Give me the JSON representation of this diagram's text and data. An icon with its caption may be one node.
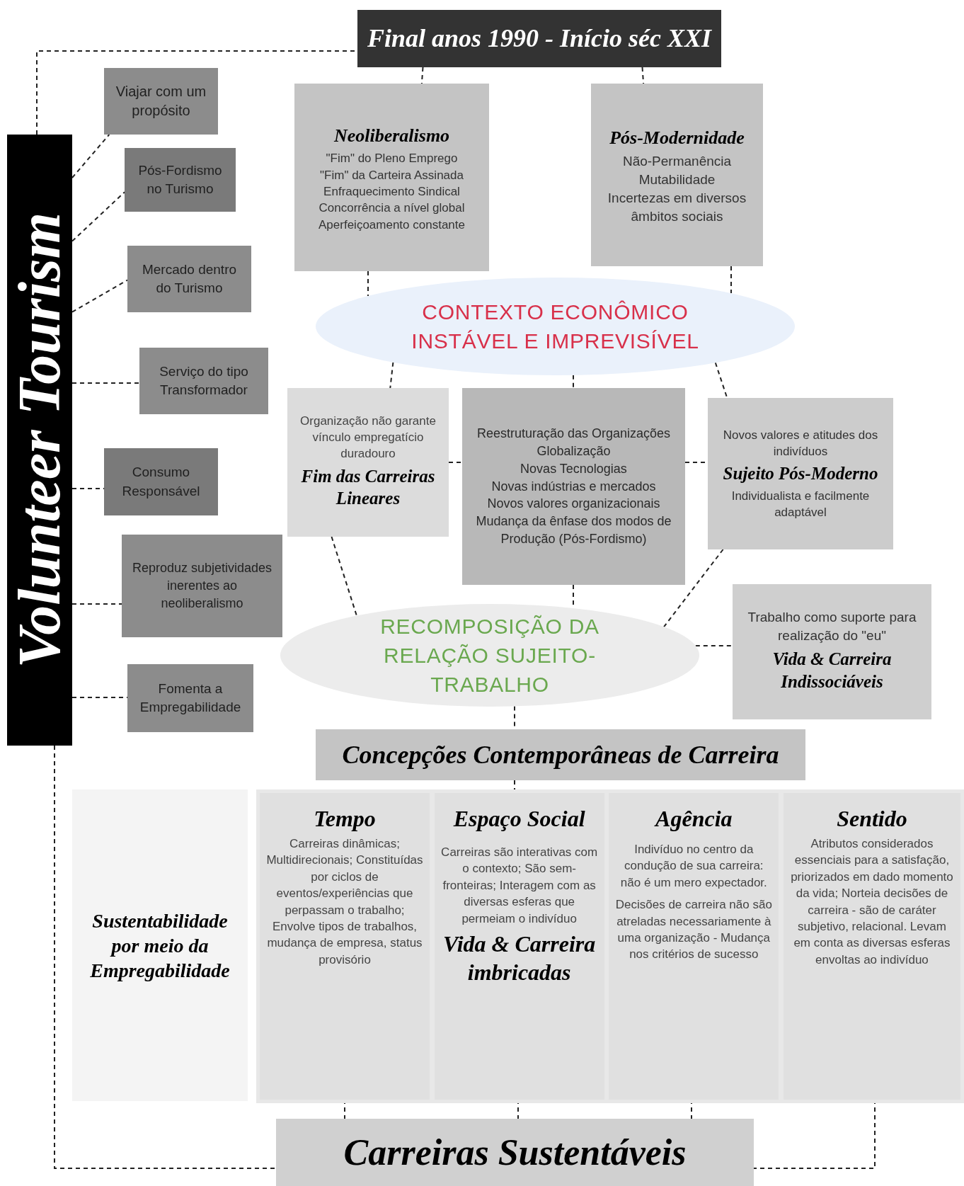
{
  "diagram": {
    "nodes": [
      {
        "text": [
          "Volunteer Tourism"
        ]
      },
      {
        "text": [
          "Final anos 1990 - Início séc XXI"
        ]
      },
      {
        "text": [
          "Viajar com um propósito"
        ]
      },
      {
        "text": [
          "Pós-Fordismo no Turismo"
        ]
      },
      {
        "text": [
          "Mercado dentro do Turismo"
        ]
      },
      {
        "text": [
          "Serviço do tipo Transformador"
        ]
      },
      {
        "text": [
          "Consumo Responsável"
        ]
      },
      {
        "text": [
          "Reproduz subjetividades inerentes ao neoliberalismo"
        ]
      },
      {
        "text": [
          "Fomenta a Empregabilidade"
        ]
      },
      {
        "text": [
          "Neoliberalismo",
          "\"Fim\" do Pleno Emprego",
          "\"Fim\" da Carteira Assinada",
          "Enfraquecimento Sindical",
          "Concorrência a nível global",
          "Aperfeiçoamento constante"
        ]
      },
      {
        "text": [
          "Pós-Modernidade",
          "Não-Permanência",
          "Mutabilidade",
          "Incertezas em diversos âmbitos sociais"
        ]
      },
      {
        "text": [
          "CONTEXTO ECONÔMICO INSTÁVEL E IMPREVISÍVEL"
        ]
      },
      {
        "text": [
          "Organização não garante vínculo empregatício duradouro",
          "Fim das Carreiras Lineares"
        ]
      },
      {
        "text": [
          "Reestruturação das Organizações",
          "Globalização",
          "Novas Tecnologias",
          "Novas indústrias e mercados",
          "Novos valores organizacionais",
          "Mudança da ênfase dos modos de Produção (Pós-Fordismo)"
        ]
      },
      {
        "text": [
          "Novos valores e atitudes dos indivíduos",
          "Sujeito Pós-Moderno",
          "Individualista e facilmente adaptável"
        ]
      },
      {
        "text": [
          "RECOMPOSIÇÃO DA RELAÇÃO SUJEITO-TRABALHO"
        ]
      },
      {
        "text": [
          "Trabalho como suporte para realização do \"eu\"",
          "Vida & Carreira Indissociáveis"
        ]
      },
      {
        "text": [
          "Concepções Contemporâneas de Carreira"
        ]
      },
      {
        "text": [
          "Sustentabilidade por meio da Empregabilidade"
        ]
      },
      {
        "text": [],
        "shape": "box"
      },
      {
        "text": [
          "Tempo",
          "Carreiras dinâmicas; Multidirecionais; Constituídas por ciclos de eventos/experiências que perpassam o trabalho; Envolve tipos de trabalhos, mudança de empresa, status provisório"
        ],
        "in": 19
      },
      {
        "text": [
          "Espaço Social",
          "Carreiras são interativas com o contexto; São sem-fronteiras; Interagem com as diversas esferas que permeiam o indivíduo",
          "Vida & Carreira imbricadas"
        ],
        "in": 19
      },
      {
        "text": [
          "Agência",
          "Indivíduo no centro da condução de sua carreira: não é um mero expectador.",
          "Decisões de carreira não são atreladas necessariamente à uma organização - Mudança nos critérios de sucesso"
        ],
        "in": 19
      },
      {
        "text": [
          "Sentido",
          "Atributos considerados essenciais para a satisfação, priorizados em dado momento da vida; Norteia decisões de carreira - são de caráter subjetivo, relacional. Levam em conta as diversas esferas envoltas ao indivíduo"
        ],
        "in": 19
      },
      {
        "text": [
          "Carreiras Sustentáveis"
        ]
      }
    ],
    "edges": [
      {
        "from": 0,
        "to": 1,
        "arrow": "none"
      },
      {
        "from": 0,
        "to": 2,
        "arrow": "none"
      },
      {
        "from": 0,
        "to": 3,
        "arrow": "none"
      },
      {
        "from": 0,
        "to": 4,
        "arrow": "none"
      },
      {
        "from": 0,
        "to": 5,
        "arrow": "none"
      },
      {
        "from": 0,
        "to": 6,
        "arrow": "none"
      },
      {
        "from": 0,
        "to": 7,
        "arrow": "none"
      },
      {
        "from": 0,
        "to": 8,
        "arrow": "none"
      },
      {
        "from": 0,
        "to": 24,
        "arrow": "none"
      },
      {
        "from": 1,
        "to": 9,
        "arrow": "none"
      },
      {
        "from": 1,
        "to": 10,
        "arrow": "none"
      },
      {
        "from": 9,
        "to": 11,
        "arrow": "none"
      },
      {
        "from": 10,
        "to": 11,
        "arrow": "none"
      },
      {
        "from": 11,
        "to": 12,
        "arrow": "none"
      },
      {
        "from": 11,
        "to": 13,
        "arrow": "none"
      },
      {
        "from": 11,
        "to": 14,
        "arrow": "none"
      },
      {
        "from": 12,
        "to": 13,
        "arrow": "none"
      },
      {
        "from": 13,
        "to": 14,
        "arrow": "none"
      },
      {
        "from": 12,
        "to": 15,
        "arrow": "none"
      },
      {
        "from": 13,
        "to": 15,
        "arrow": "none"
      },
      {
        "from": 14,
        "to": 15,
        "arrow": "none"
      },
      {
        "from": 15,
        "to": 16,
        "arrow": "none"
      },
      {
        "from": 15,
        "to": 17,
        "arrow": "none"
      },
      {
        "from": 17,
        "to": 19,
        "arrow": "none"
      },
      {
        "from": 20,
        "to": 24,
        "arrow": "none"
      },
      {
        "from": 21,
        "to": 24,
        "arrow": "none"
      },
      {
        "from": 22,
        "to": 24,
        "arrow": "none"
      },
      {
        "from": 23,
        "to": 24,
        "arrow": "none"
      }
    ]
  }
}
